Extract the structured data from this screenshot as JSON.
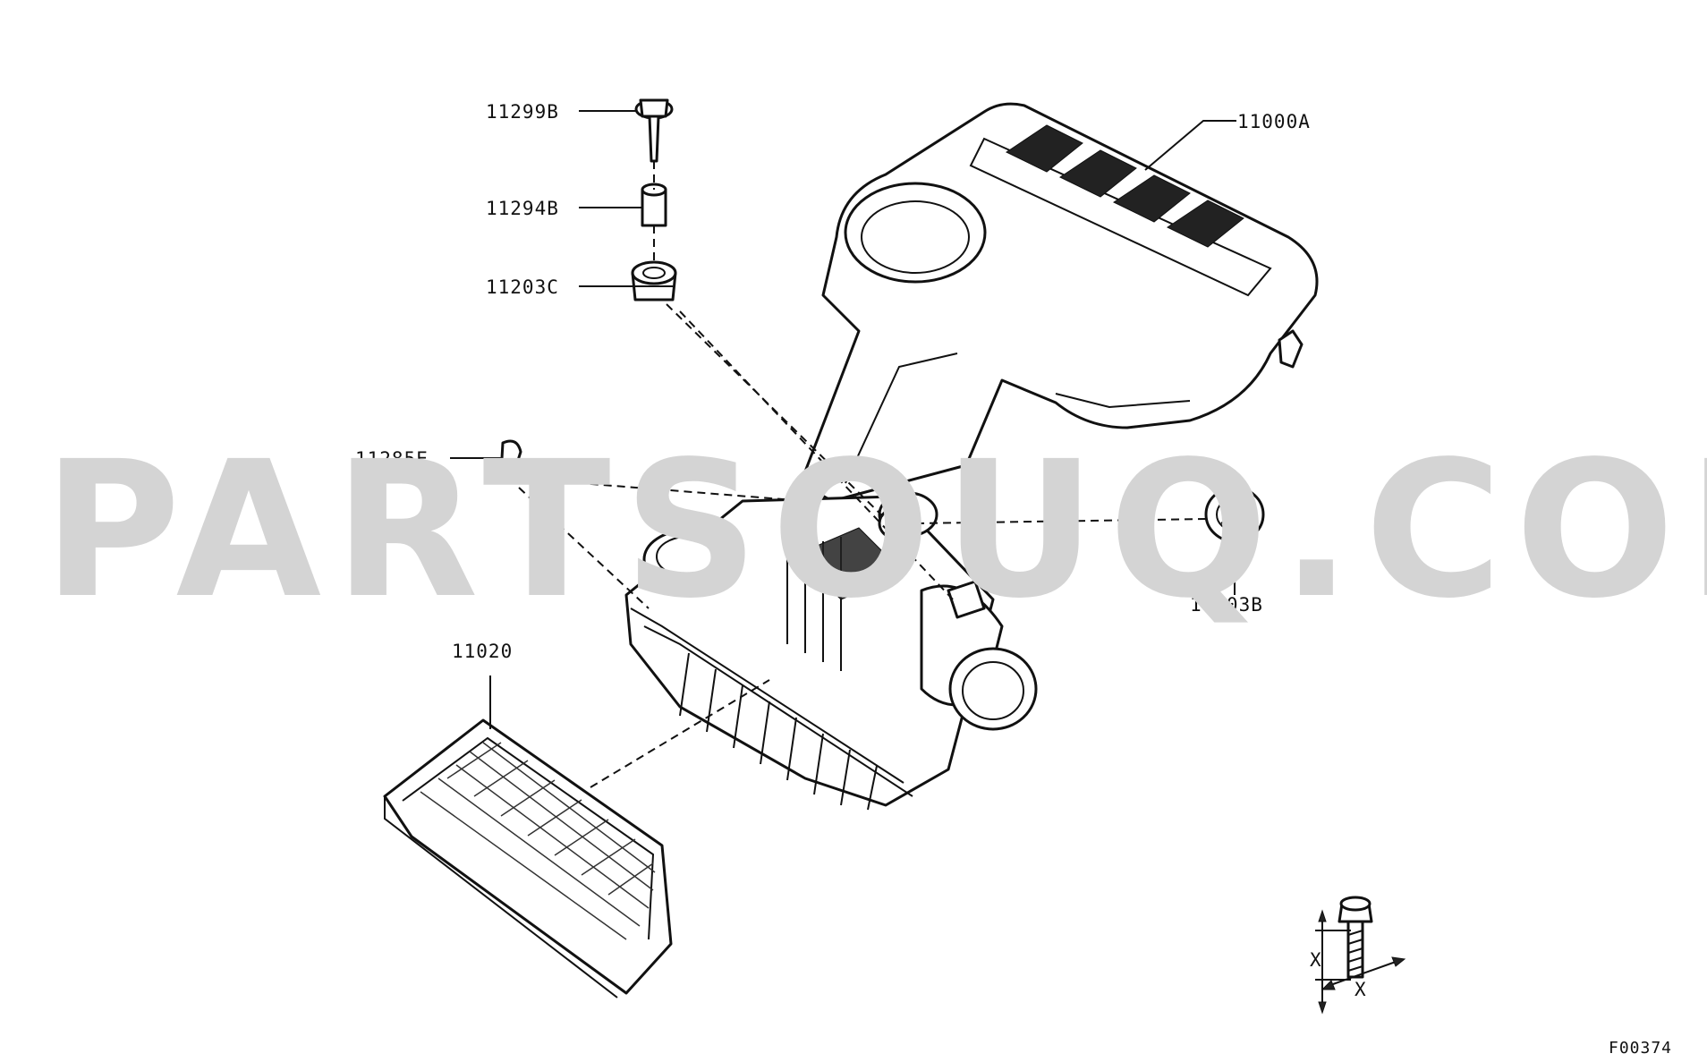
{
  "watermark": "PARTSOUQ.COM",
  "figure_code": "F00374",
  "callouts": {
    "bolt": "11299B",
    "spacer": "11294B",
    "grommet_c": "11203C",
    "clip": "11285E",
    "cover": "11000A",
    "grommet_b": "11203B",
    "filter": "11020"
  },
  "torque_note": {
    "axis_label_1": "X",
    "axis_label_2": "X"
  }
}
